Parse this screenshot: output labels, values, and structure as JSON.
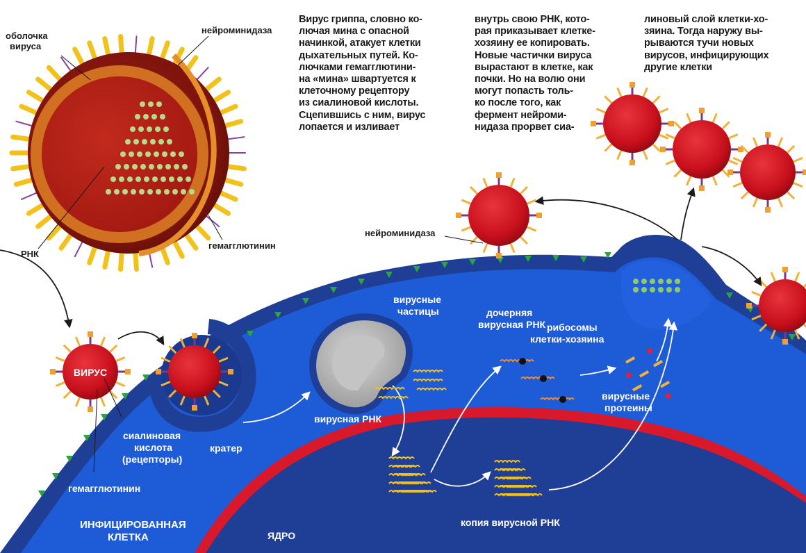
{
  "text_columns": [
    [
      "Вирус гриппа, словно ко-",
      "лючая мина с опасной",
      "начинкой, атакует клетки",
      "дыхательных путей. Ко-",
      "лючками гемагглютини-",
      "на «мина» швартуется к",
      "клеточному рецептору",
      "из сиалиновой кислоты.",
      "Сцепившись с ним, вирус",
      "лопается и изливает"
    ],
    [
      "внутрь свою РНК, кото-",
      "рая приказывает клетке-",
      "хозяину ее копировать.",
      "Новые частички вируса",
      "вырастают в клетке, как",
      "почки. Но на волю они",
      "могут попасть толь-",
      "ко после того, как",
      "фермент нейроми-",
      "нидаза прорвет сиа-"
    ],
    [
      "линовый слой клетки-хо-",
      "зяина. Тогда наружу вы-",
      "рываются тучи новых",
      "вирусов, инфицирующих",
      "другие клетки"
    ]
  ],
  "labels": {
    "virus_shell": [
      "оболочка",
      "вируса"
    ],
    "neuraminidase_top": "нейроминидаза",
    "rna": "РНК",
    "hemagglutinin_top": "гемагглютинин",
    "neuraminidase_mid": "нейроминидаза",
    "virus": "ВИРУС",
    "sialic_acid": [
      "сиалиновая",
      "кислота",
      "(рецепторы)"
    ],
    "hemagglutinin_bottom": "гемагглютинин",
    "crater": "кратер",
    "viral_particles": [
      "вирусные",
      "частицы"
    ],
    "viral_rna": "вирусная РНК",
    "daughter_rna": [
      "дочерняя",
      "вирусная РНК"
    ],
    "ribosomes": [
      "рибосомы",
      "клетки-хозяина"
    ],
    "viral_proteins": [
      "вирусные",
      "протеины"
    ],
    "rna_copy": "копия вирусной РНК",
    "infected_cell": [
      "ИНФИЦИРОВАННАЯ",
      "КЛЕТКА"
    ],
    "nucleus": "ЯДРО"
  },
  "colors": {
    "cell_outer": "#1f3f96",
    "cell_inner": "#1e5bd6",
    "nucleus_rim": "#d8192b",
    "virus_red": "#d3121f",
    "spike_yellow": "#f2c21a",
    "receptor_green": "#2aa63c"
  }
}
